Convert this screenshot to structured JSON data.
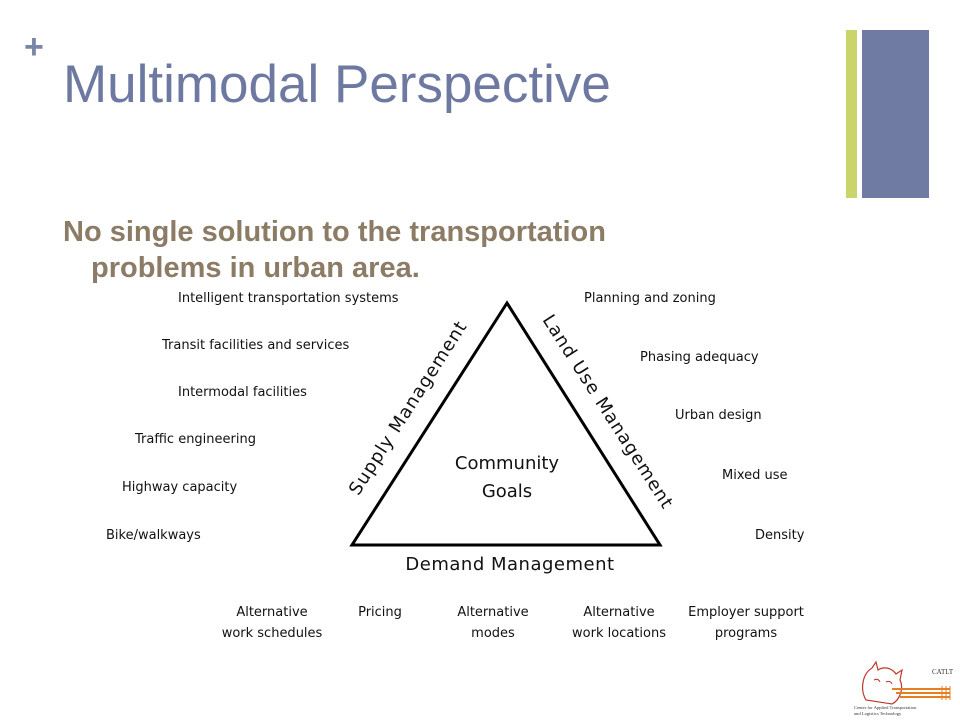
{
  "slide": {
    "title": "Multimodal Perspective",
    "subtitle_line1": "No single solution to the transportation",
    "subtitle_line2": "problems in urban area.",
    "accent_colors": {
      "title": "#6d79a1",
      "subtitle": "#8c7b65",
      "bar_green": "#c9d56b",
      "bar_blue": "#6f7ba3"
    }
  },
  "diagram": {
    "left_side": "Supply Management",
    "right_side": "Land Use Management",
    "bottom_side": "Demand Management",
    "center_line1": "Community",
    "center_line2": "Goals",
    "supply_items": [
      "Intelligent transportation systems",
      "Transit facilities and services",
      "Intermodal facilities",
      "Traffic engineering",
      "Highway capacity",
      "Bike/walkways"
    ],
    "land_use_items": [
      "Planning and zoning",
      "Phasing adequacy",
      "Urban design",
      "Mixed use",
      "Density"
    ],
    "demand_items": [
      {
        "line1": "Alternative",
        "line2": "work schedules"
      },
      {
        "line1": "Pricing",
        "line2": ""
      },
      {
        "line1": "Alternative",
        "line2": "modes"
      },
      {
        "line1": "Alternative",
        "line2": "work locations"
      },
      {
        "line1": "Employer support",
        "line2": "programs"
      }
    ]
  },
  "logo": {
    "name": "CATLT",
    "caption_line1": "Center for Applied Transportation",
    "caption_line2": "and Logistics Technology",
    "icon": "cat-logo-icon"
  }
}
